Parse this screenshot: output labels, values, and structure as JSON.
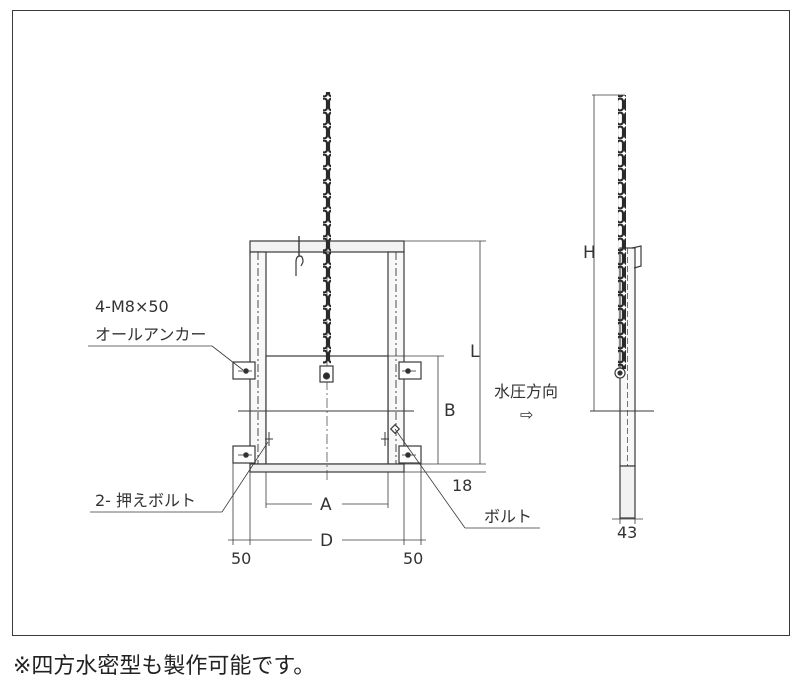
{
  "labels": {
    "anchor_spec": "4-M8×50",
    "anchor_name": "オールアンカー",
    "pressing_bolt": "2- 押えボルト",
    "bolt": "ボルト",
    "water_pressure_direction": "水圧方向",
    "arrow_glyph": "⇨"
  },
  "dimensions": {
    "L": "L",
    "B": "B",
    "A": "A",
    "D": "D",
    "H": "H",
    "dim_18": "18",
    "dim_50_left": "50",
    "dim_50_right": "50",
    "dim_43": "43"
  },
  "footnote": "※四方水密型も製作可能です。",
  "colors": {
    "line": "#3a3a3a",
    "chain": "#2a2a2a",
    "text": "#333333"
  }
}
